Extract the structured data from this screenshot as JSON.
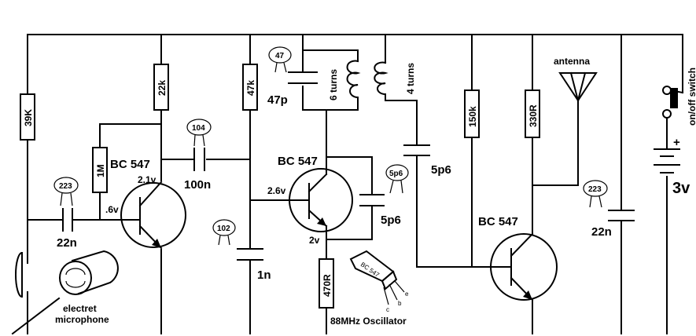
{
  "resistors": {
    "r_39k": "39K",
    "r_22k": "22k",
    "r_1m": "1M",
    "r_47k": "47k",
    "r_470r": "470R",
    "r_150k": "150k",
    "r_330r": "330R"
  },
  "capacitors": {
    "c_22n_in": "22n",
    "c_22n_in_code": "223",
    "c_100n": "100n",
    "c_100n_code": "104",
    "c_1n": "1n",
    "c_1n_code": "102",
    "c_47p": "47p",
    "c_47p_code": "47",
    "c_5p6_fb": "5p6",
    "c_5p6_fb_code": "5p6",
    "c_5p6_out": "5p6",
    "c_22n_supply": "22n",
    "c_22n_supply_code": "223"
  },
  "coils": {
    "tank": "6 turns",
    "pickup": "4 turns"
  },
  "transistors": {
    "q1": "BC 547",
    "q2": "BC 547",
    "q3": "BC 547"
  },
  "voltages": {
    "q1_base": ".6v",
    "q1_collector": "2.1v",
    "q2_base": "2.6v",
    "q2_emitter": "2v",
    "supply": "3v"
  },
  "labels": {
    "antenna": "antenna",
    "switch": "on/off switch",
    "mic_line1": "electret",
    "mic_line2": "microphone",
    "oscillator": "88MHz Oscillator",
    "battery_plus": "+"
  },
  "pinout": {
    "body": "BC 547",
    "pin_c": "c",
    "pin_b": "b",
    "pin_e": "e"
  }
}
